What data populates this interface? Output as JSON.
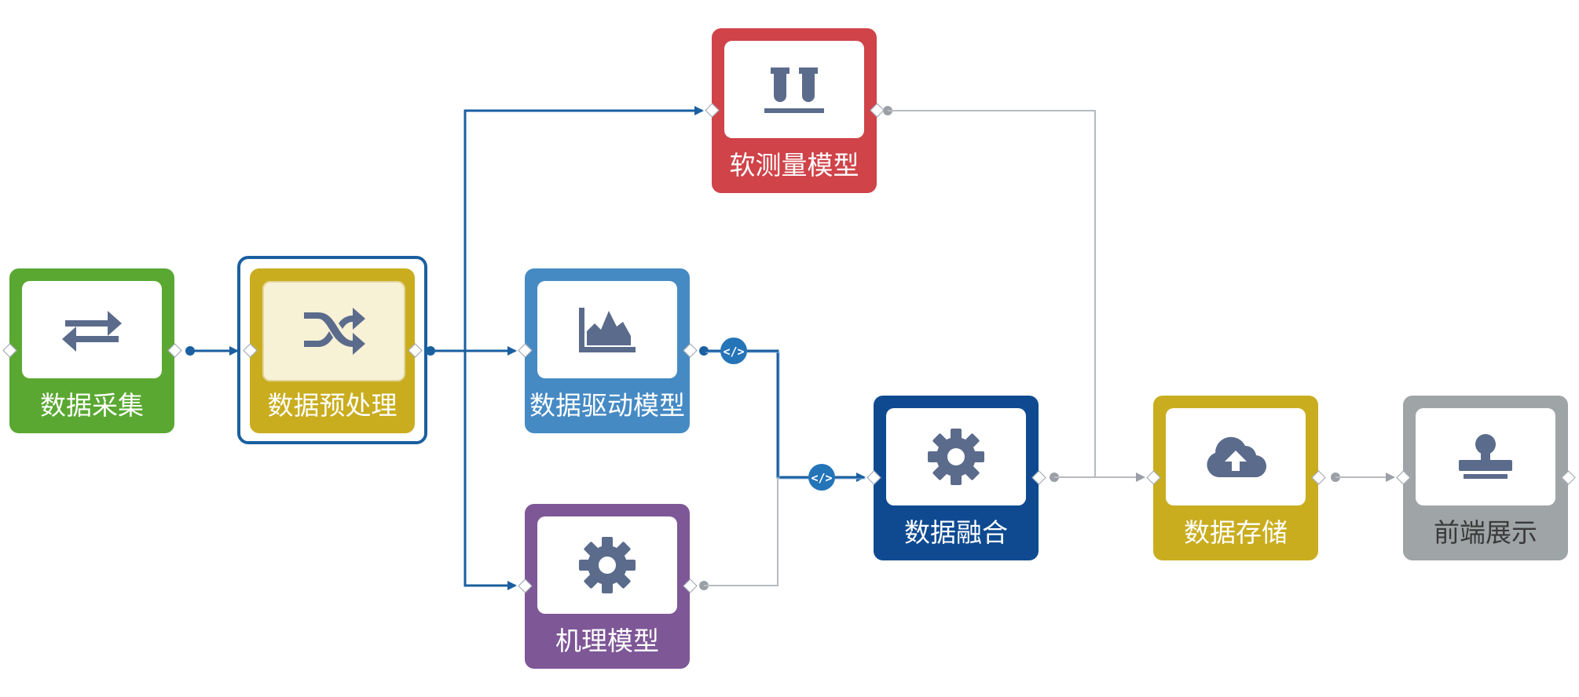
{
  "diagram": {
    "nodes": [
      {
        "id": "acquire",
        "label": "数据采集",
        "color": "#5aa832",
        "icon": "swap-arrows-icon"
      },
      {
        "id": "preprocess",
        "label": "数据预处理",
        "color": "#c9ad1f",
        "icon": "shuffle-icon",
        "selected": true
      },
      {
        "id": "soft",
        "label": "软测量模型",
        "color": "#cf4349",
        "icon": "test-tubes-icon"
      },
      {
        "id": "datadriven",
        "label": "数据驱动模型",
        "color": "#468ac4",
        "icon": "area-chart-icon"
      },
      {
        "id": "mechanism",
        "label": "机理模型",
        "color": "#7e5797",
        "icon": "gear-icon"
      },
      {
        "id": "fusion",
        "label": "数据融合",
        "color": "#0f4a91",
        "icon": "gear-icon"
      },
      {
        "id": "storage",
        "label": "数据存储",
        "color": "#c9ad1f",
        "icon": "cloud-upload-icon"
      },
      {
        "id": "frontend",
        "label": "前端展示",
        "color": "#9fa4a6",
        "icon": "stamp-icon"
      }
    ],
    "colors": {
      "active_edge": "#1a5fa0",
      "inactive_edge": "#b7bbbf",
      "icon": "#5b6b8c",
      "selected_panel": "#f7f1d6"
    }
  }
}
